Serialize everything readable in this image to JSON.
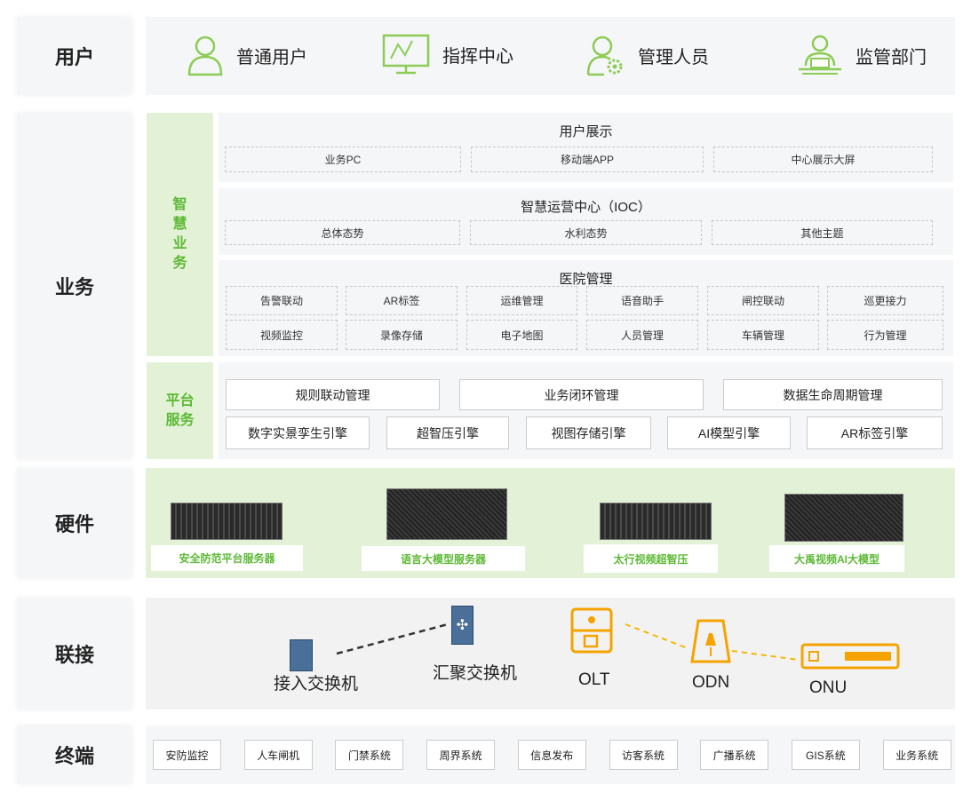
{
  "layers": {
    "user": "用户",
    "business": "业务",
    "hardware": "硬件",
    "connect": "联接",
    "terminal": "终端"
  },
  "users": [
    {
      "label": "普通用户",
      "icon": "person-icon"
    },
    {
      "label": "指挥中心",
      "icon": "monitor-chart-icon"
    },
    {
      "label": "管理人员",
      "icon": "person-gear-icon"
    },
    {
      "label": "监管部门",
      "icon": "person-laptop-icon"
    }
  ],
  "business": {
    "smart_label": "智\n慧\n业\n务",
    "platform_label": "平台\n服务",
    "display": {
      "title": "用户展示",
      "items": [
        "业务PC",
        "移动端APP",
        "中心展示大屏"
      ]
    },
    "ioc": {
      "title": "智慧运营中心（IOC）",
      "items": [
        "总体态势",
        "水利态势",
        "其他主题"
      ]
    },
    "hospital": {
      "title": "医院管理",
      "items": [
        "告警联动",
        "AR标签",
        "运维管理",
        "语音助手",
        "闸控联动",
        "巡更接力",
        "视频监控",
        "录像存储",
        "电子地图",
        "人员管理",
        "车辆管理",
        "行为管理"
      ]
    },
    "platform_row1": [
      "规则联动管理",
      "业务闭环管理",
      "数据生命周期管理"
    ],
    "platform_row2": [
      "数字实景孪生引擎",
      "超智压引擎",
      "视图存储引擎",
      "AI模型引擎",
      "AR标签引擎"
    ]
  },
  "hardware": [
    "安全防范平台服务器",
    "语言大模型服务器",
    "太行视频超智压",
    "大禹视频AI大模型"
  ],
  "network": {
    "access": "接入交换机",
    "aggregation": "汇聚交换机",
    "olt": "OLT",
    "odn": "ODN",
    "onu": "ONU"
  },
  "terminals": [
    "安防监控",
    "人车闸机",
    "门禁系统",
    "周界系统",
    "信息发布",
    "访客系统",
    "广播系统",
    "GIS系统",
    "业务系统"
  ],
  "colors": {
    "green": "#5cb935",
    "orange": "#f5a300",
    "switch": "#4a6f98"
  }
}
